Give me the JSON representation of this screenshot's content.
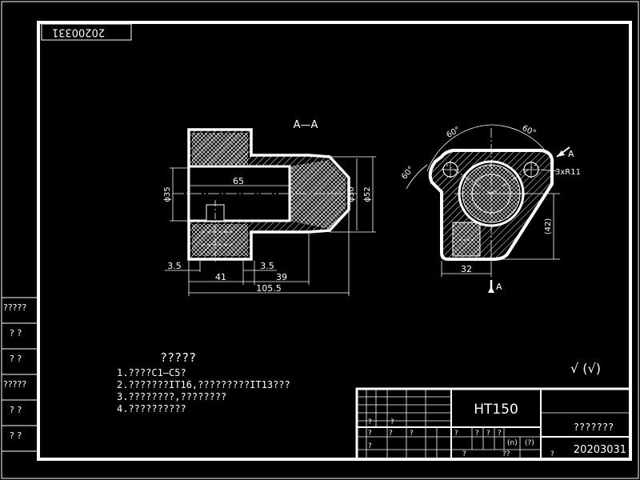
{
  "drawing": {
    "stamp_top_left": "20200331",
    "section_label": "A—A",
    "front_view": {
      "dim_phi35": "ϕ35",
      "dim_65": "65",
      "dim_phi30": "ϕ30",
      "dim_phi52": "ϕ52",
      "dim_3_5_left": "3.5",
      "dim_3_5_right": "3.5",
      "dim_41": "41",
      "dim_39": "39",
      "dim_105_5": "105.5"
    },
    "side_view": {
      "angle_60_left": "60°",
      "angle_60_right": "60°",
      "angle_60_side": "60°",
      "arrow_a_top": "A",
      "radius_note": "3xR11",
      "dim_42": "(42)",
      "dim_32": "32",
      "arrow_a_bottom": "A"
    },
    "roughness": "√ (√)",
    "tech_requirements": {
      "heading": "?????",
      "lines": [
        "1.????C1—C5?",
        "2.???????IT16,?????????IT13???",
        "3.????????,????????",
        "4.??????????"
      ]
    },
    "left_strip": [
      "?????",
      "?  ?",
      "?  ?",
      "?????",
      "?  ?",
      "?  ?"
    ],
    "title_block": {
      "material": "HT150",
      "part_name": "???????",
      "drawing_number": "20203031",
      "small_labels": [
        "?",
        "?",
        "?",
        "?",
        "?",
        "?",
        "?",
        "?",
        "?",
        "??",
        "?",
        "(n)",
        "(?)",
        "?",
        "?"
      ]
    }
  }
}
